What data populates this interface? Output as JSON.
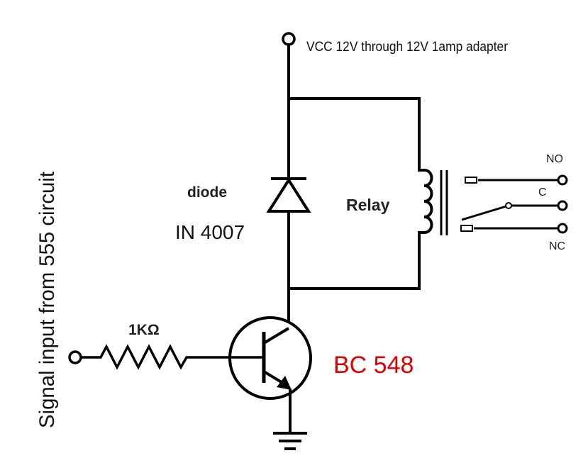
{
  "labels": {
    "vcc": "VCC 12V through 12V 1amp adapter",
    "diode_name": "diode",
    "diode_part": "IN 4007",
    "relay": "Relay",
    "contact_no": "NO",
    "contact_c": "C",
    "contact_nc": "NC",
    "resistor": "1KΩ",
    "transistor": "BC 548",
    "signal_input": "Signal input from 555 circuit"
  },
  "colors": {
    "transistor_label": "#e00000",
    "wire": "#000000"
  }
}
